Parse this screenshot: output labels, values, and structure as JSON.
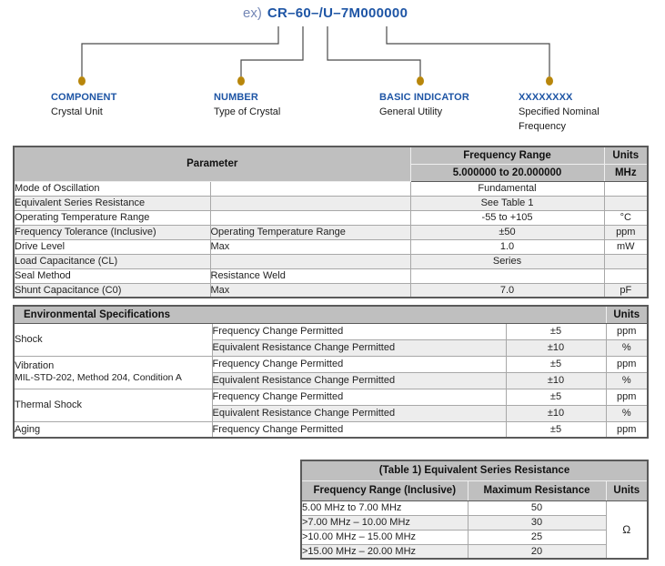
{
  "diagram": {
    "prefix": "ex)",
    "code": "CR–60–/U–7M000000",
    "accent_color": "#1e55a5",
    "marker_color": "#b8860b",
    "labels": [
      {
        "title": "COMPONENT",
        "desc": "Crystal Unit",
        "desc2": ""
      },
      {
        "title": "NUMBER",
        "desc": "Type of Crystal",
        "desc2": ""
      },
      {
        "title": "BASIC INDICATOR",
        "desc": "General Utility",
        "desc2": ""
      },
      {
        "title": "XXXXXXXX",
        "desc": "Specified Nominal",
        "desc2": "Frequency"
      }
    ]
  },
  "parameter_table": {
    "header": {
      "parameter": "Parameter",
      "frequency_range": "Frequency Range",
      "frequency_range_value": "5.000000 to 20.000000",
      "units": "Units",
      "units_value": "MHz"
    },
    "rows": [
      {
        "name": "Mode of Oscillation",
        "condition": "",
        "value": "Fundamental",
        "unit": ""
      },
      {
        "name": "Equivalent Series Resistance",
        "condition": "",
        "value": "See Table 1",
        "unit": ""
      },
      {
        "name": "Operating Temperature Range",
        "condition": "",
        "value": "-55 to +105",
        "unit": "°C"
      },
      {
        "name": "Frequency Tolerance (Inclusive)",
        "condition": "Operating Temperature Range",
        "value": "±50",
        "unit": "ppm"
      },
      {
        "name": "Drive Level",
        "condition": "Max",
        "value": "1.0",
        "unit": "mW"
      },
      {
        "name": "Load Capacitance (CL)",
        "condition": "",
        "value": "Series",
        "unit": ""
      },
      {
        "name": "Seal Method",
        "condition": "Resistance Weld",
        "value": "",
        "unit": ""
      },
      {
        "name": "Shunt Capacitance (C0)",
        "condition": "Max",
        "value": "7.0",
        "unit": "pF"
      }
    ]
  },
  "environmental_table": {
    "header": {
      "title": "Environmental Specifications",
      "units": "Units"
    },
    "groups": [
      {
        "name": "Shock",
        "name2": "",
        "rows": [
          {
            "test": "Frequency Change Permitted",
            "value": "±5",
            "unit": "ppm"
          },
          {
            "test": "Equivalent Resistance Change Permitted",
            "value": "±10",
            "unit": "%"
          }
        ]
      },
      {
        "name": "Vibration",
        "name2": "MIL-STD-202, Method 204, Condition A",
        "rows": [
          {
            "test": "Frequency Change Permitted",
            "value": "±5",
            "unit": "ppm"
          },
          {
            "test": "Equivalent Resistance Change Permitted",
            "value": "±10",
            "unit": "%"
          }
        ]
      },
      {
        "name": "Thermal Shock",
        "name2": "",
        "rows": [
          {
            "test": "Frequency Change Permitted",
            "value": "±5",
            "unit": "ppm"
          },
          {
            "test": "Equivalent Resistance Change Permitted",
            "value": "±10",
            "unit": "%"
          }
        ]
      },
      {
        "name": "Aging",
        "name2": "",
        "rows": [
          {
            "test": "Frequency Change Permitted",
            "value": "±5",
            "unit": "ppm"
          }
        ]
      }
    ]
  },
  "esr_table": {
    "title": "(Table 1) Equivalent Series Resistance",
    "header": {
      "frequency_range": "Frequency Range (Inclusive)",
      "max_resistance": "Maximum Resistance",
      "units": "Units"
    },
    "units_value": "Ω",
    "rows": [
      {
        "range": "5.00 MHz to 7.00 MHz",
        "resistance": "50"
      },
      {
        "range": ">7.00 MHz – 10.00 MHz",
        "resistance": "30"
      },
      {
        "range": ">10.00 MHz – 15.00 MHz",
        "resistance": "25"
      },
      {
        "range": ">15.00 MHz – 20.00 MHz",
        "resistance": "20"
      }
    ]
  }
}
